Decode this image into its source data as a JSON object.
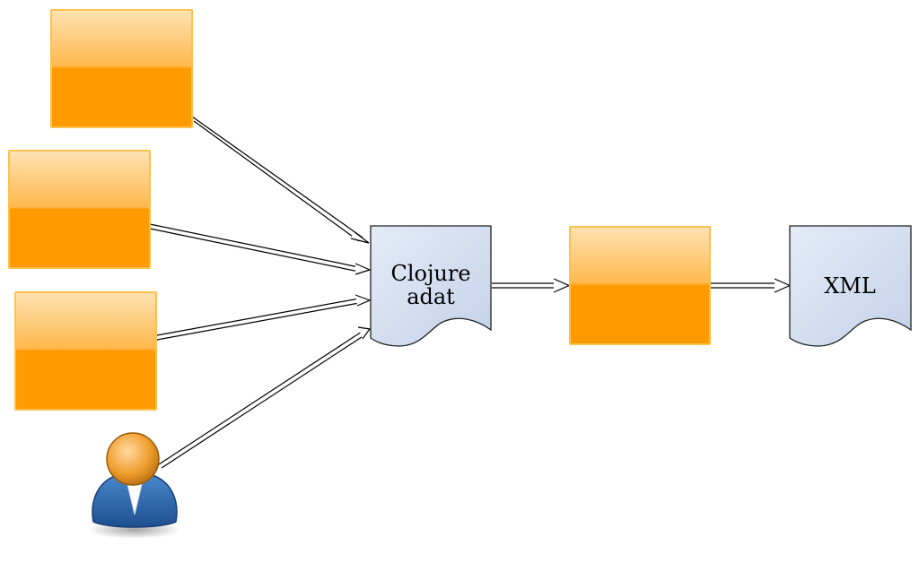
{
  "diagram": {
    "nodes": {
      "source_box_1": {
        "kind": "box",
        "label": ""
      },
      "source_box_2": {
        "kind": "box",
        "label": ""
      },
      "source_box_3": {
        "kind": "box",
        "label": ""
      },
      "user": {
        "kind": "person-icon",
        "label": ""
      },
      "clojure_data": {
        "kind": "document",
        "label_line1": "Clojure",
        "label_line2": "adat"
      },
      "transform_box": {
        "kind": "box",
        "label": ""
      },
      "xml_output": {
        "kind": "document",
        "label": "XML"
      }
    },
    "edges": [
      {
        "from": "source_box_1",
        "to": "clojure_data"
      },
      {
        "from": "source_box_2",
        "to": "clojure_data"
      },
      {
        "from": "source_box_3",
        "to": "clojure_data"
      },
      {
        "from": "user",
        "to": "clojure_data"
      },
      {
        "from": "clojure_data",
        "to": "transform_box"
      },
      {
        "from": "transform_box",
        "to": "xml_output"
      }
    ],
    "colors": {
      "box_fill": "#ff9a00",
      "box_highlight": "#ffd38c",
      "box_border": "#ffc04d",
      "document_fill": "#d6e0f0",
      "document_stroke": "#222222",
      "person_head": "#f0a030",
      "person_body": "#2f68ae"
    }
  }
}
